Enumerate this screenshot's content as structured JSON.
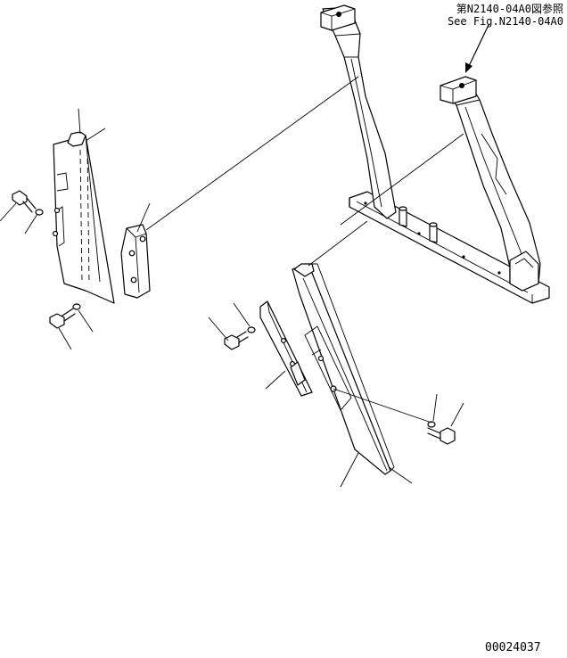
{
  "reference_note": {
    "line_japanese": "第N2140-04A0図参照",
    "line_english": "See Fig.N2140-04A0"
  },
  "drawing_number": "00024037"
}
